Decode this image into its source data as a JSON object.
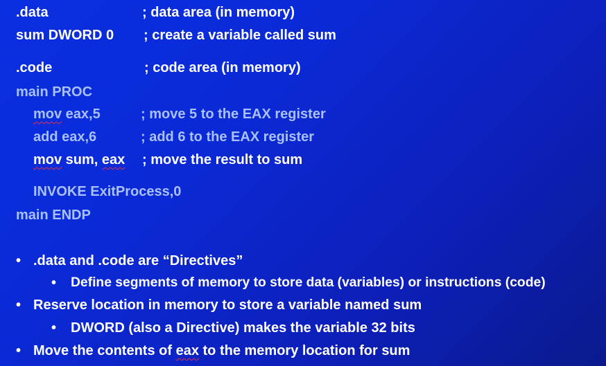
{
  "code": {
    "data_label": ".data",
    "data_comment": "; data area (in memory)",
    "sum_decl": "sum DWORD 0",
    "sum_comment": "; create a variable called sum",
    "code_label": ".code",
    "code_comment": "; code area (in memory)",
    "main_proc": "main PROC",
    "mov1_op": "mov",
    "mov1_args": " eax,5",
    "mov1_comment": "; move 5 to the EAX register",
    "add_op": "add  eax,6",
    "add_comment": "; add  6 to the EAX register",
    "mov2_op": "mov",
    "mov2_mid": " sum, ",
    "mov2_reg": "eax",
    "mov2_comment": "; move the result to sum",
    "invoke": "INVOKE ExitProcess,0",
    "main_endp": "main ENDP"
  },
  "bullets": {
    "b1": ".data and .code are “Directives”",
    "b1_sub": "Define segments of memory to store data (variables) or instructions (code)",
    "b2": "Reserve location in memory to store a variable named sum",
    "b2_sub": "DWORD (also a Directive) makes the variable 32 bits",
    "b3_pre": "Move the contents of ",
    "b3_eax": "eax",
    "b3_post": " to the memory location for sum",
    "bullet_glyph": "•"
  },
  "colors": {
    "white_text": "#ffffff",
    "pale_text": "#a9c1ff",
    "spellcheck_underline": "#e0304a"
  }
}
